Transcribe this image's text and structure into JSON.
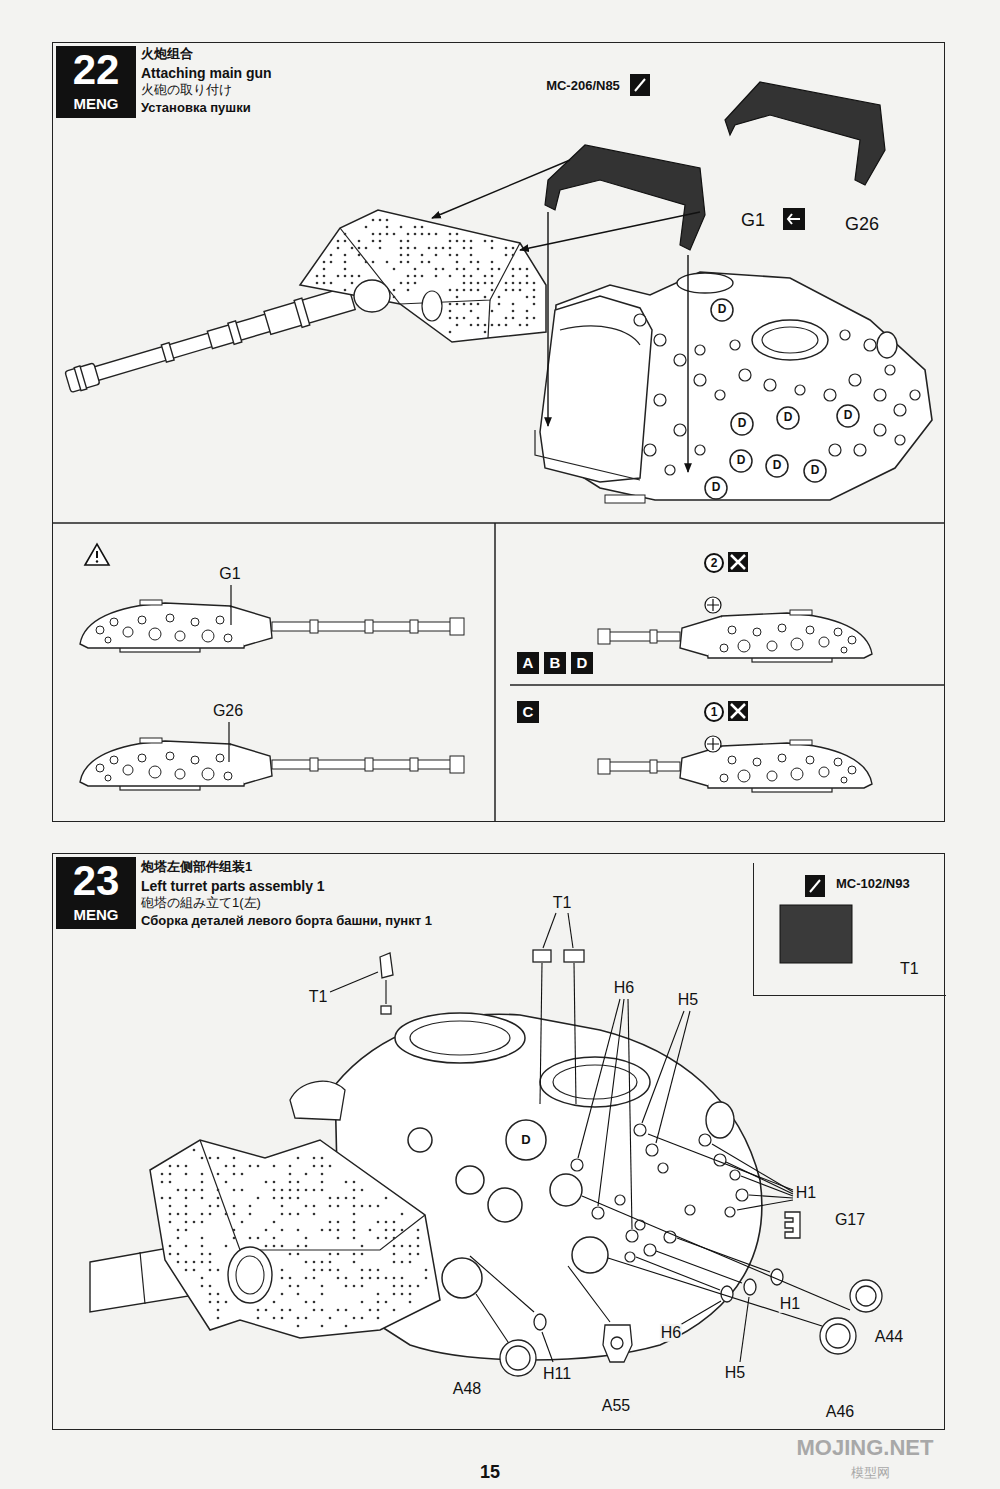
{
  "diagram": {
    "nodes": [
      {
        "text": [
          "火炮组合",
          "Attaching main gun",
          "火砲の取り付け",
          "Установка пушки"
        ]
      },
      {
        "text": [
          "22",
          "MENG"
        ],
        "in": 0
      },
      {
        "text": [
          "A"
        ],
        "in": 0
      },
      {
        "text": [
          "B"
        ],
        "in": 0
      },
      {
        "text": [
          "D"
        ],
        "in": 0
      },
      {
        "text": [
          "2"
        ],
        "in": 0
      },
      {
        "text": [
          "C"
        ],
        "in": 0
      },
      {
        "text": [
          "1"
        ],
        "in": 0
      },
      {
        "text": [
          "炮塔左侧部件组装1",
          "Left turret parts assembly 1",
          "砲塔の組み立て1(左)",
          "Сборка деталей левого борта башни, пункт 1"
        ]
      },
      {
        "text": [
          "23",
          "MENG"
        ],
        "in": 8
      },
      {
        "text": [
          "MC-102/N93",
          "T1"
        ],
        "in": 8
      }
    ],
    "labels": [
      "MC-206/N85",
      "G1",
      "G26",
      "G1",
      "G26",
      "D",
      "D",
      "D",
      "D",
      "D",
      "D",
      "D",
      "D",
      "D",
      "T1",
      "T1",
      "H6",
      "H5",
      "H1",
      "G17",
      "H1",
      "A44",
      "H6",
      "H5",
      "A46",
      "A48",
      "H11",
      "A55",
      "15",
      "MOJING.NET",
      "模型网"
    ]
  }
}
